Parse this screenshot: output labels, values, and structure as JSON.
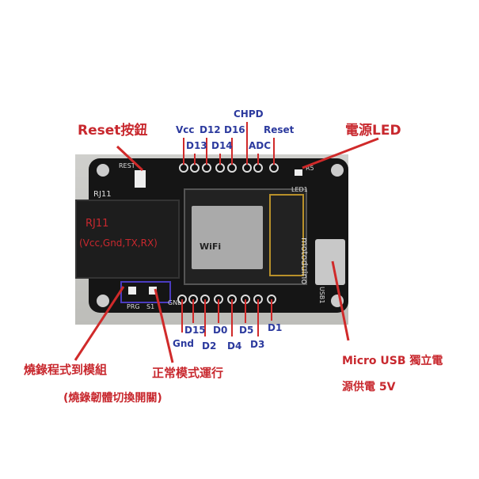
{
  "top_pins": {
    "vcc": "Vcc",
    "d12": "D12",
    "d16": "D16",
    "d13": "D13",
    "d14": "D14",
    "chpd": "CHPD",
    "adc": "ADC",
    "reset": "Reset"
  },
  "bottom_pins": {
    "d15": "D15",
    "d0": "D0",
    "d5": "D5",
    "d1": "D1",
    "gnd": "Gnd",
    "d2": "D2",
    "d4": "D4",
    "d3": "D3"
  },
  "callouts": {
    "reset_button": "Reset按鈕",
    "power_led": "電源LED",
    "rj11": "RJ11",
    "rj11_pins": "(Vcc,Gnd,TX,RX)",
    "program_mode": "燒錄程式到模組",
    "normal_mode": "正常模式運行",
    "switch_note": "(燒錄韌體切換開關)",
    "usb_line1": "Micro USB 獨立電",
    "usb_line2": "源供電 5V"
  },
  "silkscreen": {
    "rj11": "RJ11",
    "rest": "REST",
    "prg": "PRG",
    "s1": "S1",
    "gnd": "GND",
    "r5": "R5",
    "led1": "LED1",
    "usb": "USB1",
    "brand": "motoduino",
    "wifi": "WiFi"
  },
  "colors": {
    "label_blue": "#2c3a9e",
    "callout_red": "#c8282e"
  }
}
